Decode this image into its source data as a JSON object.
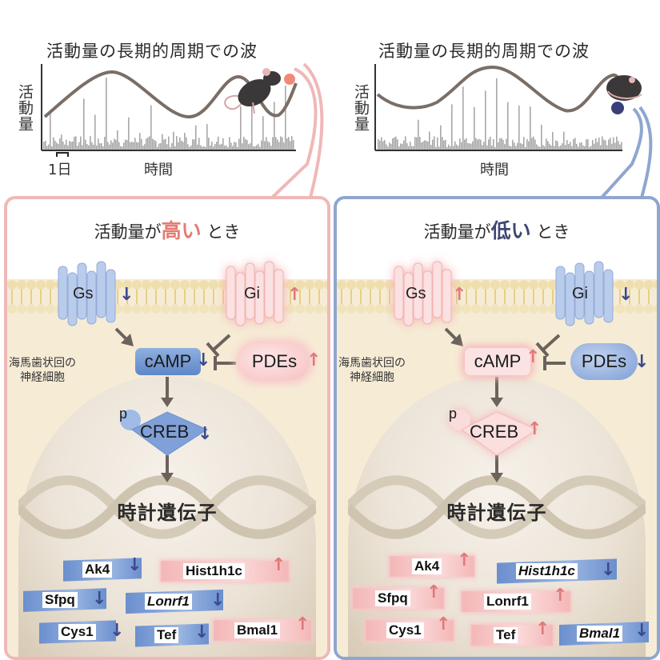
{
  "colors": {
    "high_accent": "#e37c72",
    "low_accent": "#3e4774",
    "high_border": "#f0b8b8",
    "low_border": "#8fa6cf",
    "up_arrow": "#e0787a",
    "down_arrow": "#3c4a8c",
    "wave": "#7a6e66",
    "activity_bars": "#a9a6a6"
  },
  "top_charts": [
    {
      "title": "活動量の長期的周期での波",
      "ylabel": "活動量",
      "xlabel": "時間",
      "scale_label": "1日",
      "marker": "high",
      "marker_color": "#f08a78"
    },
    {
      "title": "活動量の長期的周期での波",
      "ylabel": "活動量",
      "xlabel": "時間",
      "marker": "low",
      "marker_color": "#3a3f7a"
    }
  ],
  "panels": {
    "high": {
      "condition_prefix": "活動量が",
      "condition_emph": "高い",
      "condition_suffix": "とき",
      "cell_name_line1": "海馬歯状回の",
      "cell_name_line2": "神経細胞",
      "receptor_gs": {
        "label": "Gs",
        "state": "down"
      },
      "receptor_gi": {
        "label": "Gi",
        "state": "up"
      },
      "camp": {
        "label": "cAMP",
        "state": "down"
      },
      "pdes": {
        "label": "PDEs",
        "state": "up"
      },
      "creb": {
        "p": "p",
        "label": "CREB",
        "state": "down"
      },
      "clock_genes_title": "時計遺伝子",
      "genes": [
        {
          "name": "Ak4",
          "state": "down"
        },
        {
          "name": "Hist1h1c",
          "state": "up"
        },
        {
          "name": "Sfpq",
          "state": "down"
        },
        {
          "name": "Lonrf1",
          "state": "down"
        },
        {
          "name": "Cys1",
          "state": "down"
        },
        {
          "name": "Tef",
          "state": "down"
        },
        {
          "name": "Bmal1",
          "state": "up"
        }
      ]
    },
    "low": {
      "condition_prefix": "活動量が",
      "condition_emph": "低い",
      "condition_suffix": "とき",
      "cell_name_line1": "海馬歯状回の",
      "cell_name_line2": "神経細胞",
      "receptor_gs": {
        "label": "Gs",
        "state": "up"
      },
      "receptor_gi": {
        "label": "Gi",
        "state": "down"
      },
      "camp": {
        "label": "cAMP",
        "state": "up"
      },
      "pdes": {
        "label": "PDEs",
        "state": "down"
      },
      "creb": {
        "p": "p",
        "label": "CREB",
        "state": "up"
      },
      "clock_genes_title": "時計遺伝子",
      "genes": [
        {
          "name": "Ak4",
          "state": "up"
        },
        {
          "name": "Hist1h1c",
          "state": "down"
        },
        {
          "name": "Sfpq",
          "state": "up"
        },
        {
          "name": "Lonrf1",
          "state": "up"
        },
        {
          "name": "Cys1",
          "state": "up"
        },
        {
          "name": "Tef",
          "state": "up"
        },
        {
          "name": "Bmal1",
          "state": "down"
        }
      ]
    }
  },
  "arrow_glyphs": {
    "up": "↑",
    "down": "↓"
  }
}
